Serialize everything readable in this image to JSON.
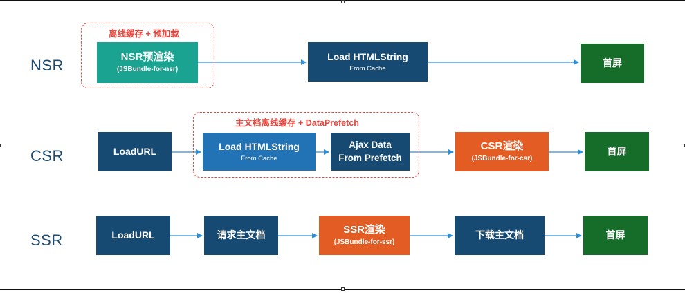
{
  "rows": {
    "nsr": {
      "label": "NSR",
      "group_label": "离线缓存 + 预加载",
      "render": {
        "title": "NSR预渲染",
        "sub": "(JSBundle-for-nsr)"
      },
      "load": {
        "title": "Load HTMLString",
        "sub": "From Cache"
      },
      "end": "首屏"
    },
    "csr": {
      "label": "CSR",
      "group_label": "主文档离线缓存 + DataPrefetch",
      "loadurl": "LoadURL",
      "load": {
        "title": "Load HTMLString",
        "sub": "From Cache"
      },
      "ajax": {
        "line1": "Ajax Data",
        "line2": "From Prefetch"
      },
      "render": {
        "title": "CSR渲染",
        "sub": "(JSBundle-for-csr)"
      },
      "end": "首屏"
    },
    "ssr": {
      "label": "SSR",
      "loadurl": "LoadURL",
      "request": "请求主文档",
      "render": {
        "title": "SSR渲染",
        "sub": "(JSBundle-for-ssr)"
      },
      "download": "下载主文档",
      "end": "首屏"
    }
  },
  "colors": {
    "navy": "#164a72",
    "blue": "#2173b6",
    "green": "#166d2a",
    "orange": "#e35c24",
    "teal": "#1aa391",
    "dashed_border": "#e8453c",
    "arrow": "#2e8fd6",
    "row_label": "#1e4b70"
  }
}
